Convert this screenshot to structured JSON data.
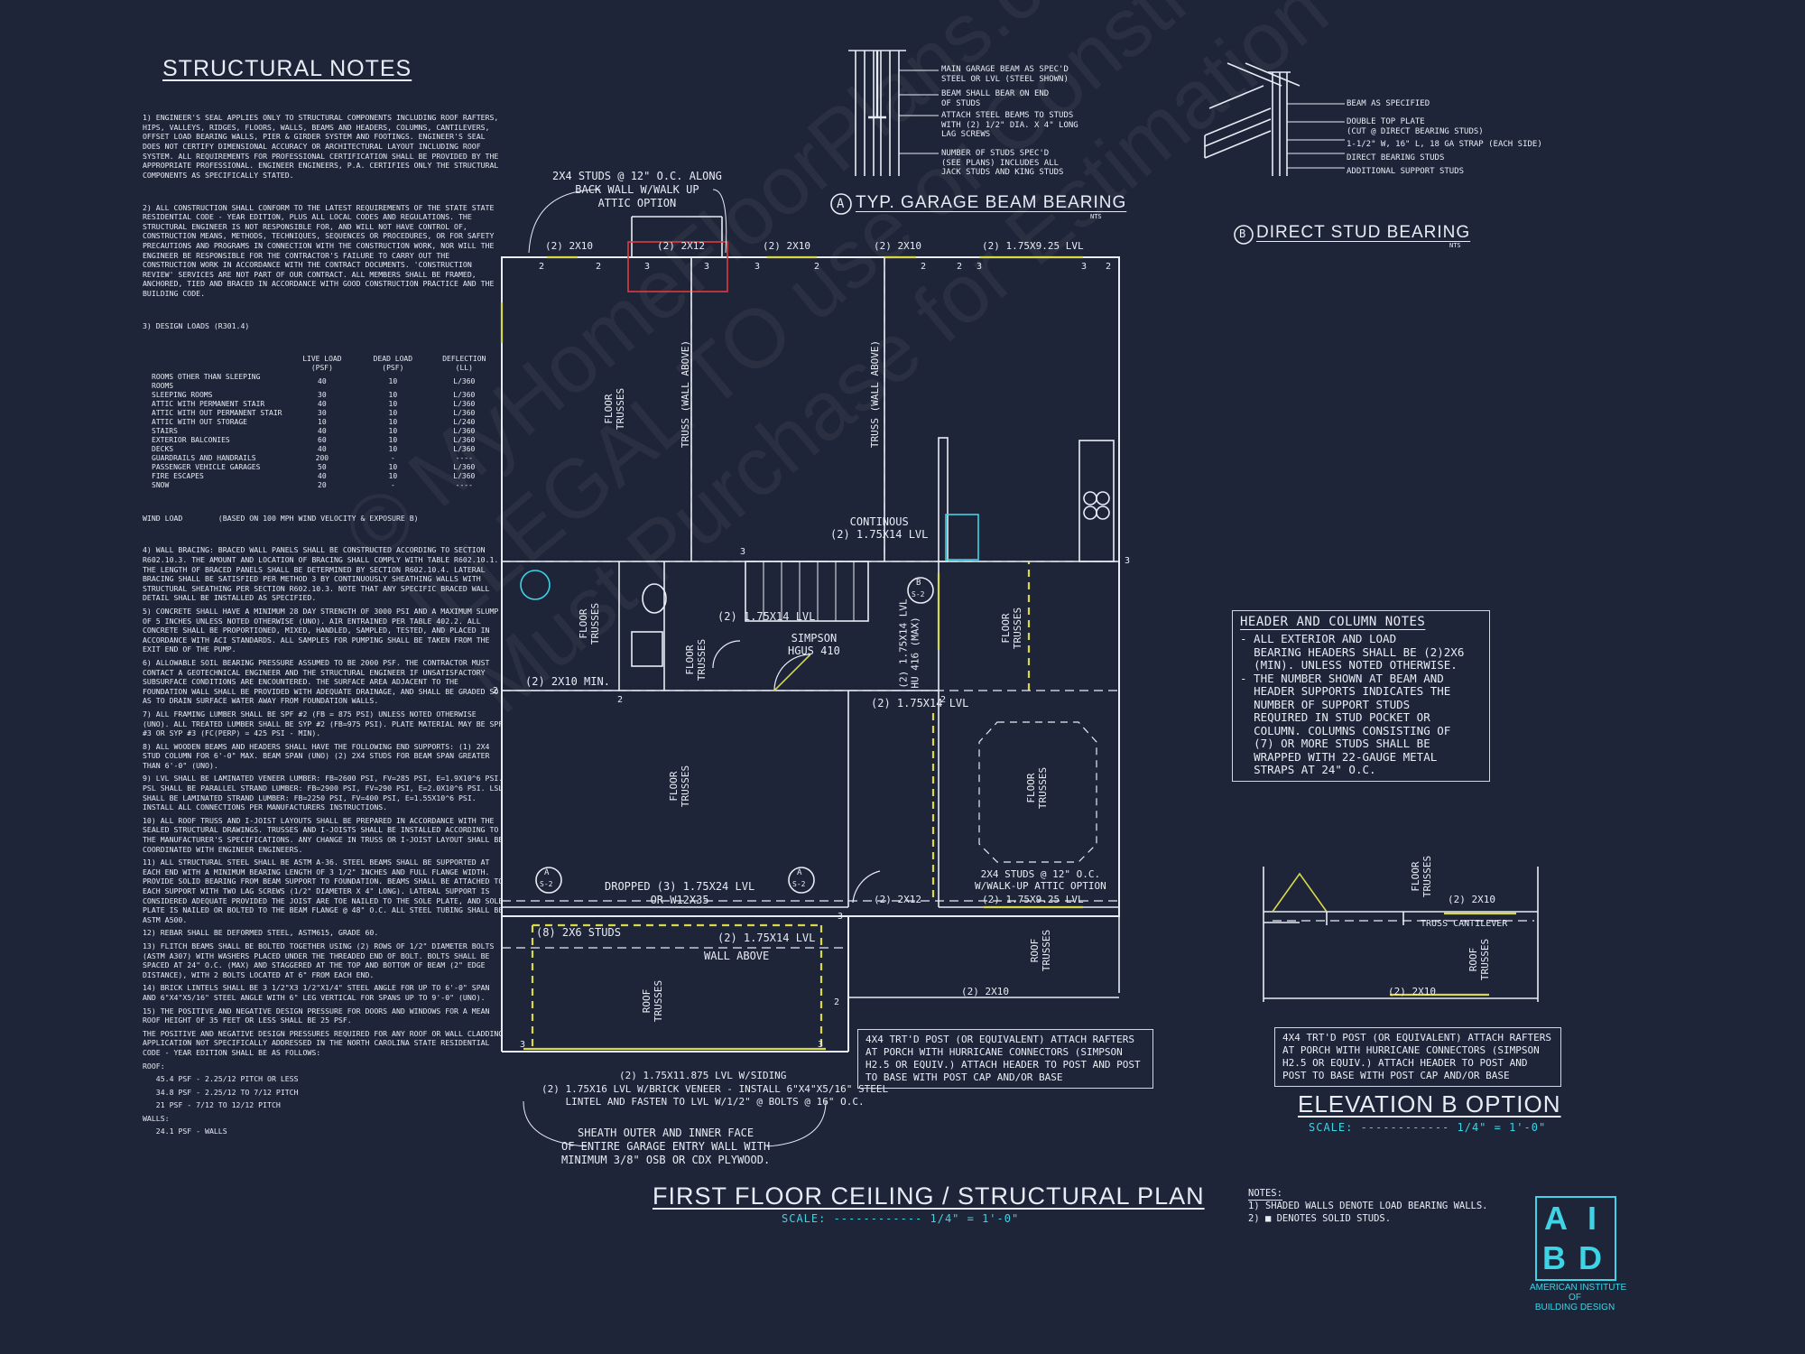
{
  "structural_notes": {
    "title": "STRUCTURAL NOTES",
    "items": [
      "1) ENGINEER'S SEAL APPLIES ONLY TO STRUCTURAL COMPONENTS INCLUDING ROOF RAFTERS, HIPS, VALLEYS, RIDGES, FLOORS, WALLS, BEAMS AND HEADERS, COLUMNS, CANTILEVERS, OFFSET LOAD BEARING WALLS, PIER & GIRDER SYSTEM AND FOOTINGS. ENGINEER'S SEAL DOES NOT CERTIFY DIMENSIONAL ACCURACY OR ARCHITECTURAL LAYOUT INCLUDING ROOF SYSTEM. ALL REQUIREMENTS FOR PROFESSIONAL CERTIFICATION SHALL BE PROVIDED BY THE APPROPRIATE PROFESSIONAL. ENGINEER ENGINEERS, P.A. CERTIFIES ONLY THE STRUCTURAL COMPONENTS AS SPECIFICALLY STATED.",
      "2) ALL CONSTRUCTION SHALL CONFORM TO THE LATEST REQUIREMENTS OF THE STATE STATE RESIDENTIAL CODE - YEAR EDITION, PLUS ALL LOCAL CODES AND REGULATIONS. THE STRUCTURAL ENGINEER IS NOT RESPONSIBLE FOR, AND WILL NOT HAVE CONTROL OF, CONSTRUCTION MEANS, METHODS, TECHNIQUES, SEQUENCES OR PROCEDURES, OR FOR SAFETY PRECAUTIONS AND PROGRAMS IN CONNECTION WITH THE CONSTRUCTION WORK, NOR WILL THE ENGINEER BE RESPONSIBLE FOR THE CONTRACTOR'S FAILURE TO CARRY OUT THE CONSTRUCTION WORK IN ACCORDANCE WITH THE CONTRACT DOCUMENTS. 'CONSTRUCTION REVIEW' SERVICES ARE NOT PART OF OUR CONTRACT. ALL MEMBERS SHALL BE FRAMED, ANCHORED, TIED AND BRACED IN ACCORDANCE WITH GOOD CONSTRUCTION PRACTICE AND THE BUILDING CODE.",
      "3) DESIGN LOADS (R301.4)"
    ],
    "loads_header": [
      "",
      "LIVE LOAD (PSF)",
      "DEAD LOAD (PSF)",
      "DEFLECTION (LL)"
    ],
    "loads": [
      [
        "ROOMS OTHER THAN SLEEPING ROOMS",
        "40",
        "10",
        "L/360"
      ],
      [
        "SLEEPING ROOMS",
        "30",
        "10",
        "L/360"
      ],
      [
        "ATTIC WITH PERMANENT STAIR",
        "40",
        "10",
        "L/360"
      ],
      [
        "ATTIC WITH OUT PERMANENT STAIR",
        "30",
        "10",
        "L/360"
      ],
      [
        "ATTIC WITH OUT STORAGE",
        "10",
        "10",
        "L/240"
      ],
      [
        "STAIRS",
        "40",
        "10",
        "L/360"
      ],
      [
        "EXTERIOR BALCONIES",
        "60",
        "10",
        "L/360"
      ],
      [
        "DECKS",
        "40",
        "10",
        "L/360"
      ],
      [
        "GUARDRAILS AND HANDRAILS",
        "200",
        "-",
        "----"
      ],
      [
        "PASSENGER VEHICLE GARAGES",
        "50",
        "10",
        "L/360"
      ],
      [
        "FIRE ESCAPES",
        "40",
        "10",
        "L/360"
      ],
      [
        "SNOW",
        "20",
        "-",
        "----"
      ]
    ],
    "wind_load": "WIND LOAD        (BASED ON 100 MPH WIND VELOCITY & EXPOSURE B)",
    "tail_items": [
      "4) WALL BRACING: BRACED WALL PANELS SHALL BE CONSTRUCTED ACCORDING TO SECTION R602.10.3. THE AMOUNT AND LOCATION OF BRACING SHALL COMPLY WITH TABLE R602.10.1. THE LENGTH OF BRACED PANELS SHALL BE DETERMINED BY SECTION R602.10.4. LATERAL BRACING SHALL BE SATISFIED PER METHOD 3 BY CONTINUOUSLY SHEATHING WALLS WITH STRUCTURAL SHEATHING PER SECTION R602.10.3. NOTE THAT ANY SPECIFIC BRACED WALL DETAIL SHALL BE INSTALLED AS SPECIFIED.",
      "5) CONCRETE SHALL HAVE A MINIMUM 28 DAY STRENGTH OF 3000 PSI AND A MAXIMUM SLUMP OF 5 INCHES UNLESS NOTED OTHERWISE (UNO). AIR ENTRAINED PER TABLE 402.2. ALL CONCRETE SHALL BE PROPORTIONED, MIXED, HANDLED, SAMPLED, TESTED, AND PLACED IN ACCORDANCE WITH ACI STANDARDS. ALL SAMPLES FOR PUMPING SHALL BE TAKEN FROM THE EXIT END OF THE PUMP.",
      "6) ALLOWABLE SOIL BEARING PRESSURE ASSUMED TO BE 2000 PSF. THE CONTRACTOR MUST CONTACT A GEOTECHNICAL ENGINEER AND THE STRUCTURAL ENGINEER IF UNSATISFACTORY SUBSURFACE CONDITIONS ARE ENCOUNTERED. THE SURFACE AREA ADJACENT TO THE FOUNDATION WALL SHALL BE PROVIDED WITH ADEQUATE DRAINAGE, AND SHALL BE GRADED SO AS TO DRAIN SURFACE WATER AWAY FROM FOUNDATION WALLS.",
      "7) ALL FRAMING LUMBER SHALL BE SPF #2 (Fb = 875 PSI) UNLESS NOTED OTHERWISE (UNO). ALL TREATED LUMBER SHALL BE SYP #2 (Fb=975 PSI). PLATE MATERIAL MAY BE SPF #3 OR SYP #3 (Fc(perp) = 425 PSI - MIN).",
      "8) ALL WOODEN BEAMS AND HEADERS SHALL HAVE THE FOLLOWING END SUPPORTS: (1) 2x4 STUD COLUMN FOR 6'-0\" MAX. BEAM SPAN (UNO) (2) 2x4 STUDS FOR BEAM SPAN GREATER THAN 6'-0\" (UNO).",
      "9) LVL SHALL BE LAMINATED VENEER LUMBER: Fb=2600 PSI, Fv=285 PSI, E=1.9x10^6 PSI. PSL SHALL BE PARALLEL STRAND LUMBER: Fb=2900 PSI, Fv=290 PSI, E=2.0x10^6 PSI. LSL SHALL BE LAMINATED STRAND LUMBER: Fb=2250 PSI, Fv=400 PSI, E=1.55x10^6 PSI. INSTALL ALL CONNECTIONS PER MANUFACTURERS INSTRUCTIONS.",
      "10) ALL ROOF TRUSS AND I-JOIST LAYOUTS SHALL BE PREPARED IN ACCORDANCE WITH THE SEALED STRUCTURAL DRAWINGS. TRUSSES AND I-JOISTS SHALL BE INSTALLED ACCORDING TO THE MANUFACTURER'S SPECIFICATIONS. ANY CHANGE IN TRUSS OR I-JOIST LAYOUT SHALL BE COORDINATED WITH ENGINEER ENGINEERS.",
      "11) ALL STRUCTURAL STEEL SHALL BE ASTM A-36. STEEL BEAMS SHALL BE SUPPORTED AT EACH END WITH A MINIMUM BEARING LENGTH OF 3 1/2\" INCHES AND FULL FLANGE WIDTH. PROVIDE SOLID BEARING FROM BEAM SUPPORT TO FOUNDATION. BEAMS SHALL BE ATTACHED TO EACH SUPPORT WITH TWO LAG SCREWS (1/2\" DIAMETER x 4\" LONG). LATERAL SUPPORT IS CONSIDERED ADEQUATE PROVIDED THE JOIST ARE TOE NAILED TO THE SOLE PLATE, AND SOLE PLATE IS NAILED OR BOLTED TO THE BEAM FLANGE @ 48\" O.C. ALL STEEL TUBING SHALL BE ASTM A500.",
      "12) REBAR SHALL BE DEFORMED STEEL, ASTM615, GRADE 60.",
      "13) FLITCH BEAMS SHALL BE BOLTED TOGETHER USING (2) ROWS OF 1/2\" DIAMETER BOLTS (ASTM A307) WITH WASHERS PLACED UNDER THE THREADED END OF BOLT. BOLTS SHALL BE SPACED AT 24\" O.C. (MAX) AND STAGGERED AT THE TOP AND BOTTOM OF BEAM (2\" EDGE DISTANCE), WITH 2 BOLTS LOCATED AT 6\" FROM EACH END.",
      "14) BRICK LINTELS SHALL BE 3 1/2\"x3 1/2\"x1/4\" STEEL ANGLE FOR UP TO 6'-0\" SPAN AND 6\"x4\"x5/16\" STEEL ANGLE WITH 6\" LEG VERTICAL FOR SPANS UP TO 9'-0\" (UNO).",
      "15) THE POSITIVE AND NEGATIVE DESIGN PRESSURE FOR DOORS AND WINDOWS FOR A MEAN ROOF HEIGHT OF 35 FEET OR LESS SHALL BE 25 PSF.",
      "THE POSITIVE AND NEGATIVE DESIGN PRESSURES REQUIRED FOR ANY ROOF OR WALL CLADDING APPLICATION NOT SPECIFICALLY ADDRESSED IN THE NORTH CAROLINA STATE RESIDENTIAL CODE - YEAR EDITION SHALL BE AS FOLLOWS:",
      "ROOF:",
      "   45.4 PSF - 2.25/12 PITCH OR LESS",
      "   34.8 PSF - 2.25/12 TO 7/12 PITCH",
      "   21 PSF - 7/12 TO 12/12 PITCH",
      "WALLS:",
      "   24.1 PSF - WALLS"
    ]
  },
  "detail_a": {
    "callouts": [
      "MAIN GARAGE BEAM AS SPEC'D\nSTEEL OR LVL (STEEL SHOWN)",
      "BEAM SHALL BEAR ON END\nOF STUDS",
      "ATTACH STEEL BEAMS TO STUDS\nWITH (2) 1/2\" DIA. x 4\" LONG\nLAG SCREWS",
      "NUMBER OF STUDS SPEC'D\n(SEE PLANS) INCLUDES ALL\nJACK STUDS AND KING STUDS"
    ],
    "tag": "A",
    "title": "TYP. GARAGE BEAM BEARING",
    "nts": "NTS"
  },
  "detail_b": {
    "callouts": [
      "BEAM AS SPECIFIED",
      "DOUBLE TOP PLATE\n(CUT @ DIRECT BEARING STUDS)",
      "1-1/2\" W, 16\" L, 18 GA STRAP (EACH SIDE)",
      "DIRECT BEARING STUDS",
      "ADDITIONAL SUPPORT STUDS"
    ],
    "tag": "B",
    "title": "DIRECT STUD BEARING",
    "nts": "NTS"
  },
  "plan": {
    "top_labels": [
      "(2) 2x10",
      "(2) 2x12",
      "(2) 2x10",
      "(2) 2x10",
      "(2) 1.75x9.25 LVL"
    ],
    "attic_note": "2x4 STUDS @ 12\" O.C. ALONG\nBACK WALL w/WALK UP\nATTIC OPTION",
    "floor_trusses": "FLOOR\nTRUSSES",
    "roof_trusses": "ROOF\nTRUSSES",
    "truss_wall_above": "TRUSS (WALL ABOVE)",
    "continuous": "CONTINOUS\n(2) 1.75x14 LVL",
    "lvl_1": "(2) 1.75x14 LVL",
    "simpson": "SIMPSON\nHGUS 410",
    "lvl_vert": "(2) 1.75x14 LVL\nHU 416 (MAX)",
    "min_2x10": "(2) 2x10 MIN.",
    "lvl_2": "(2) 1.75x14 LVL",
    "dropped": "DROPPED (3) 1.75x24 LVL\nOR W12x35",
    "studs_2x6": "(8) 2x6 STUDS",
    "lvl_3": "(2) 1.75x14 LVL",
    "wall_above": "WALL ABOVE",
    "lvl_siding": "(2) 1.75x11.875 LVL w/SIDING",
    "brick_veneer": "(2) 1.75x16 LVL w/BRICK VENEER - INSTALL 6\"x4\"x5/16\" STEEL\nLINTEL AND FASTEN TO LVL w/1/2\" @ BOLTS @ 16\" O.C.",
    "sheath": "SHEATH OUTER AND INNER FACE\nOF ENTIRE GARAGE ENTRY WALL WITH\nMINIMUM 3/8\" OSB OR CDX PLYWOOD.",
    "porch_2x12": "(2) 2x12",
    "walkup": "2x4 STUDS @ 12\" O.C.\nw/WALK-UP ATTIC OPTION",
    "lvl_925": "(2) 1.75x9.25 LVL",
    "porch_2x10": "(2) 2x10",
    "tag_a": "A",
    "tag_s2": "S-2",
    "tag_b": "B",
    "num2": "2",
    "num3": "3",
    "title": "FIRST FLOOR CEILING / STRUCTURAL PLAN",
    "scale": "SCALE: ------------ 1/4\" = 1'-0\""
  },
  "header_column_notes": {
    "title": "HEADER AND COLUMN NOTES",
    "text": "- ALL EXTERIOR AND LOAD\n  BEARING HEADERS SHALL BE (2)2x6\n  (MIN). UNLESS NOTED OTHERWISE.\n- THE NUMBER SHOWN AT BEAM AND\n  HEADER SUPPORTS INDICATES THE\n  NUMBER OF SUPPORT STUDS\n  REQUIRED IN STUD POCKET OR\n  COLUMN. COLUMNS CONSISTING OF\n  (7) OR MORE STUDS SHALL BE\n  WRAPPED WITH 22-GAUGE METAL\n  STRAPS AT 24\" O.C."
  },
  "porch_note": "4x4 TRT'D POST (OR EQUIVALENT) ATTACH RAFTERS AT PORCH WITH HURRICANE CONNECTORS (SIMPSON H2.5 OR EQUIV.) ATTACH HEADER TO POST AND POST TO BASE WITH POST CAP AND/OR BASE",
  "elevation_b": {
    "floor_trusses": "FLOOR\nTRUSSES",
    "top_2x10": "(2) 2x10",
    "cantilever": "TRUSS CANTILEVER",
    "roof_trusses": "ROOF\nTRUSSES",
    "bottom_2x10": "(2) 2x10",
    "title": "ELEVATION B OPTION",
    "scale": "SCALE: ------------ 1/4\" = 1'-0\""
  },
  "legend": {
    "title": "NOTES:",
    "line1": "1) SHADED WALLS DENOTE LOAD BEARING WALLS.",
    "line2": "2) ■ DENOTES SOLID STUDS."
  },
  "logo": {
    "letters": [
      "A",
      "I",
      "B",
      "D"
    ],
    "caption": "AMERICAN INSTITUTE\nOF\nBUILDING DESIGN"
  },
  "watermark": "© MyHomeFloorPlans.com\nILLEGAL TO use or Construct\nMust Purchase for Estimation",
  "colors": {
    "background": "#1f2538",
    "lines": "#e8ecf5",
    "bearing": "#d8d84a",
    "accent": "#3fd3e6",
    "red": "#e03a3a"
  }
}
